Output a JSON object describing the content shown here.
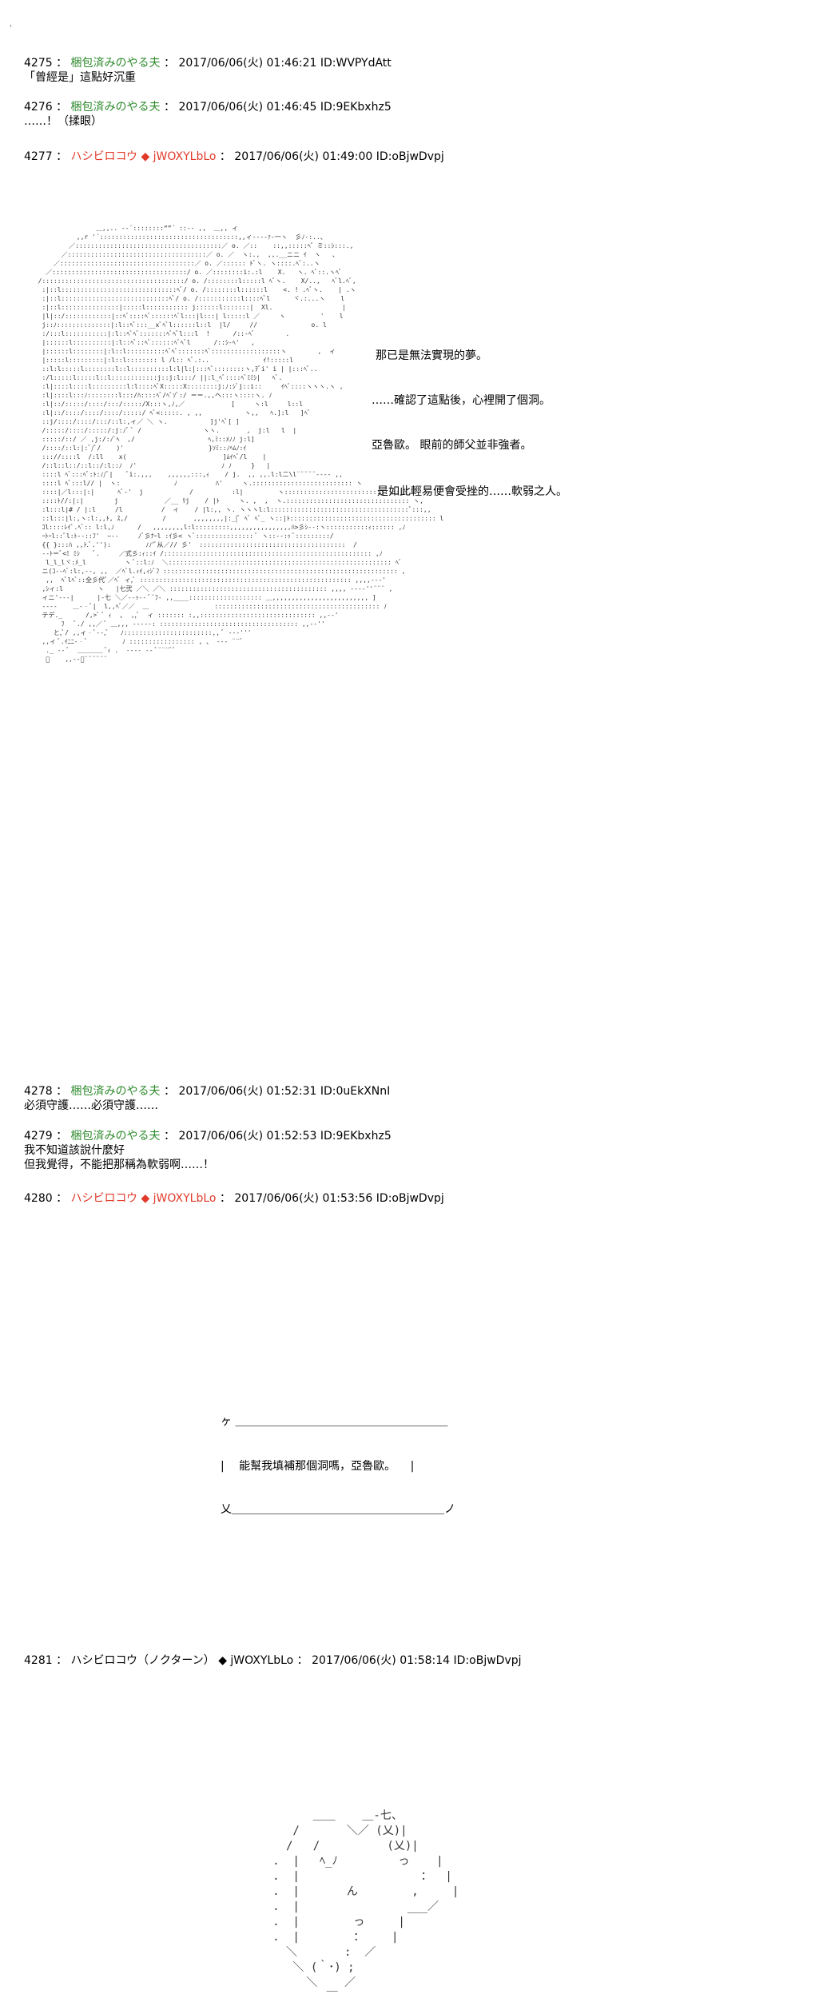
{
  "top_mark": "'",
  "posts": [
    {
      "num": "4275",
      "name": "梱包済みのやる夫",
      "trip": "",
      "date": "2017/06/06(火) 01:46:21",
      "id": "ID:WVPYdAtt",
      "body": [
        "「曾經是」這點好沉重"
      ]
    },
    {
      "num": "4276",
      "name": "梱包済みのやる夫",
      "trip": "",
      "date": "2017/06/06(火) 01:46:45",
      "id": "ID:9EKbxhz5",
      "body": [
        "……！（揉眼）"
      ]
    },
    {
      "num": "4277",
      "name": "ハシビロコウ",
      "trip": "◆ jWOXYLbLo",
      "date": "2017/06/06(火) 01:49:00",
      "id": "ID:oBjwDvpj",
      "body": []
    },
    {
      "num": "4278",
      "name": "梱包済みのやる夫",
      "trip": "",
      "date": "2017/06/06(火) 01:52:31",
      "id": "ID:0uEkXNnI",
      "body": [
        "必須守護……必須守護……"
      ]
    },
    {
      "num": "4279",
      "name": "梱包済みのやる夫",
      "trip": "",
      "date": "2017/06/06(火) 01:52:53",
      "id": "ID:9EKbxhz5",
      "body": [
        "我不知道該說什麼好",
        "但我覺得，不能把那稱為軟弱啊……！"
      ]
    },
    {
      "num": "4280",
      "name": "ハシビロコウ",
      "trip": "◆ jWOXYLbLo",
      "date": "2017/06/06(火) 01:53:56",
      "id": "ID:oBjwDvpj",
      "body": []
    },
    {
      "num": "4281",
      "name": "ハシビロコウ（ノクターン）",
      "trip": "◆ jWOXYLbLo",
      "date": "2017/06/06(火) 01:58:14",
      "id": "ID:oBjwDvpj",
      "body": []
    }
  ],
  "aa1_lines": [
    "那已是無法實現的夢。",
    "……確認了這點後，心裡開了個洞。",
    "亞魯歐。 眼前的師父並非強者。",
    "是如此輕易便會受挫的……軟弱之人。"
  ],
  "bubble": {
    "top": "ヶ ＿＿＿＿＿＿＿＿＿＿＿＿＿＿＿＿＿＿＿",
    "mid": "|　 能幫我填補那個洞嗎，亞魯歐。 　|",
    "bot": "乂＿＿＿＿＿＿＿＿＿＿＿＿＿＿＿＿＿＿＿ノ"
  },
  "aa_art": "                 ＿,,.. -‐¨::::::::“”´ ::‐- ,,  ＿,, ィ\n            ,,r '´::::::::::::::::::::::::::::::::::::,,ィ‐‐‐‐ｧ‐一ヽ  彡ﾉ‐:..、\n          ／::::::::::::::::::::::::::::::::::::::／ o. ／::    ::,,:::::ﾍ゛ミ::ｼ:::.,\n        ／::::::::::::::::::::::::::::::::::::／ o. ／  ヽ:.,  ,,.__ニニ ｲ  ヽ   、\n      ／:::::::::::::::::::::::::::::::::::／ o. ／:::::: ﾄﾞヽ. ヽ::::.ﾍﾞ:..ヽ\n    ／:::::::::::::::::::::::::::::::::::/ o. ／::::::::i:.:l    X.   ヽ. ﾍﾞ::.ヽﾍﾞ\n  /:::::::::::::::::::::::::::::::::::::/ o. /::::::::l:::::l ﾍﾞヽ.    X/..,   ﾍﾞl.ﾍﾞ,\n   :|::l::::::::::::::::::::::::::::::ﾍﾞ/ o. /::::::::l::::::l    <. ! .ﾍﾞヽ.    | .ヽ\n   :|::l::::::::::::::::::::::::::::ﾍﾞ/ o. /:::::::::::l::::ﾍﾞl      ヾ.:...ヽ    l\n   :|::l:::::::::::::::|:::::l::::::::::: j::::::l:::::::|  Xl.                  |\n   |l|::/::::::::::::|::ﾍﾞ::::ﾍﾞ::::::ﾍﾞl:::|l:::| l:::::l ／     ヽ         '    l\n   j::ﾉ::::::::::::::|:l::ﾍﾞ:::__xﾞﾍﾞl::::::l::l  |l/     //              o. l\n   :/:::l:::::::::::|:l::ﾍﾞﾍﾞ:::::::ﾍﾞﾍﾞl:::l  !      /::-ﾍﾞ        .\n   |::::::l::::::::::|:l::ﾍﾞ::ﾍﾞ::::::ﾍﾞﾍﾞl      /::ｼ-ﾍ'   ,\n   |::::::l::::::::|:l::l::::::::::ﾍﾞﾍﾞ:::::::ﾍﾞ::::::::::::::::::ヽ        ,  ィ\n   |:::::l:::::::::|:l::l:::::::: l ﾉl:: ﾍﾞ.:..              ｲ!:::::l\n   ::l:l:::::l::::::::l::l::::::::::l:l|l:|:::ﾍﾞ::::::::ヽ,ｦﾞi' i | |:::ﾍﾞ..\n   :/l:::::l:::::l::l::::::::::::j::j:l:::/ ||:l_ﾍﾞ::::ﾍﾞﾐﾐｼ|   ﾍﾞ.\n   :l|::::l::::l:::::::::l:l::::ﾍﾞX:::::X::::::::j:ﾉ:ｼﾞj::i::     ｲﾍﾞ::::ヽヽヽ.ヽ ,\n   :l|::::l:::ﾉ::::::::l:::/ﾊ::::ﾍﾞ/ﾍﾞｿﾞ:/ ＝＝.,,ヘ:::ヽ::::ヽ. ﾉ\n   :l|::/:::::/::::/:::/:::::/X:::ヽ,ﾉ,／            [     ヽ:l     l::l\n   :l|::/::::/::::/::::/:::::/ ﾍﾞ<:::::. , ,,           ヽ,,   ﾍ.]:l   ]ﾍﾞ\n   ::j/::::/::::/:::/::l:,ィ／ ＼ ヽ.           ]j'ﾍﾞ[ ]\n   /:::::/::::/:::::/:j:ﾉﾞ ﾞ /                ヽヽ.       ,  j:l   l  |\n   :::::/::/ ／ ,j:/:ﾉﾞﾍ  ,/                   ﾍ,ﾐ::ﾒﾉﾉ j:l]\n   /::::/::l:|:ﾞ/ﾞ/    )'                      }ｿﾐ::ﾉﾍﾑﾉ:ｲ\n   ::://::::l  /:ll    x(                         ]ﾑｲﾍﾞ/l    |\n   /::l::l::/::l::/:l::ﾉ  ﾉ'                      ﾉ ﾉ     }   |\n   ::::l ﾍﾞ:::ﾍﾞ:ﾄ:ﾉ/ﾞ|    ﾞi:.,,,    ,,,,,,:::,ｨ    / j.  ,, ,,.l:l二\\l¨¨¨¨¨‐‐-- ,,\n   ::::l ﾍﾞ:::l// |  ヽ:              ﾉ          ﾊ'     ヽ.:::::::::::::::::::::::::: ヽ\n   ::::|／l:::|:|      ﾍﾞ‐'  j            /          :l|         ヽ:::::::::::::::::::::::::::::: ﾍﾞ..\n   ::::ﾄ//:|:|        j            ／__ ﾘj    / |ﾄ     ヽ. ,  ,  ヽ.:::::::::::::::::::::::::::::::: ヽ,\n   :l:::l|# / |:l     /l          /  ィ    / |l:,, ヽ. ヽヽヽl:l::::::::::::::::::::::::::::::::::::ﾞ:::,,\n   ::l:::|l:,ヽ:l:,,ﾄ, ｽ,/         /       ,,,,,,,,|:_|ﾞ ﾍﾞ ﾍﾞ_ ヽ::|ﾄ:::::::::::::::::::::::::::::::::::::: l\n   ｺl::::ﾚｲﾞ.ﾍﾞ:: l:l,ﾉ      /   ,,,,,,,,l:l:::::::::,,,,,,,,,,,,,,,,ﾊ>彡ｼ‐‐:ヽ:::::::::::ｨ:::::: ,ﾉ\n   ｰﾄｰl::ﾞl:ﾄ‐‐::ﾌ'  ~‐‐     ﾉﾞ彡ﾅｰl :ｲ彡< ヽﾞ::::::::::::::: ﾞ ヽ::‐‐:ｯ ﾞ:::::::::/\n   {{ }:::ﾊ ,,ﾄ.ﾞ.''):         ﾉﾉ'ﾞ从／// 彡'  ::::::::::::::::::::::::::::::::::::::  /\n   ‐‐ﾄ＝ﾞ<ﾐ ﾐｼ    ﾞ.     ／式彡:ｨ::ｲ /:::::::::::::::::::::::::::::::::::::::::::::::::::::: ,ﾉ\n    l_l_lヾ:ﾒ_l          ヽ ﾞ::l:ﾉ  ＼:::::::::::::::::::::::::::::::::::::::::::::::::::::::::: ﾍﾞ\n   ニ(ｺ‐‐ﾍﾞ:l:,‐‐, ,,  ／ﾍﾞl.ｨｲ,ｨｼﾞﾌ ::::::::::::::::::::::::::::::::::::::::::::::::::::::::::::: ,\n    ,,  ﾍﾞlﾍﾞ::全彡代ﾞ／ﾍﾞ ィ,ﾞ ::::::::::::::::::::::::::::::::::::::::::::::::::::::: ,,,,--‐'\n   ,ｼィ:l         ヽ   |七弐 ／＼ ／＼ ::::::::::::::::::::::::::::::::::::::::: ,,,, -‐‐‐''¨¨¨ ,\n   ィニ'‐‐‐|      |‐七 ＼／‐‐ｯ‐‐ ﾞ¨ﾌ‐ ,,____::::::::::::::::::: ＿,,,,,,,,,,,,,,,,,,,,,,,,, ]\n   ----    ＿‐‐ﾞ|  l,,ﾍﾞ／／  ＿                 ::::::::::::::::::::::::::::::::::::::::::: ﾉ\n   テデ._      /,>ﾞ ﾞ ｨ  ,  ,,ﾞ  ィ ::::::: :,,:::::::::::::::::::::::::::::: ,,-‐'\n        ﾌ   ﾞ./ ,,／ ﾞ ＿,,, ‐‐‐‐‐: :::::::::::::::::::::::::::::::::::: ,,-‐''\n      と,ﾞ/ ,,ィ‐ﾞ‐‐,ﾞ   ﾉ:::::::::::::::::::::::,, ﾞ ‐‐‐'''\n   ,,ィ ﾞ.ｲﾆﾆ‐‐ﾞ         ﾉ ::::::::::::::::: , 、 ‐‐‐ ¨¨ﾞ\n    ._ ‐‐ ﾞ  ＿＿＿＿ ﾞｨ .  ‐‐‐‐ ‐‐ ﾞ¨¨¨ﾞﾞ\n    ﾞ    ,,‐‐ﾞ¨¨¨¨¨¨",
  "aa_face": "                  ＿＿    ＿‐七、\n               /       ＼／ (乂)|\n              /   /          (乂)|\n            .  |   ﾍ_ﾉ         っ    |\n            .  |                  ：  |\n            .  |       ん        ,     |\n            .  |                ___／\n            .  |        っ     |\n            .  |        ：    |\n              ＼       :  ／\n               ＼ (｀･) ;\n                 ＼    ／\n                    ￣"
}
